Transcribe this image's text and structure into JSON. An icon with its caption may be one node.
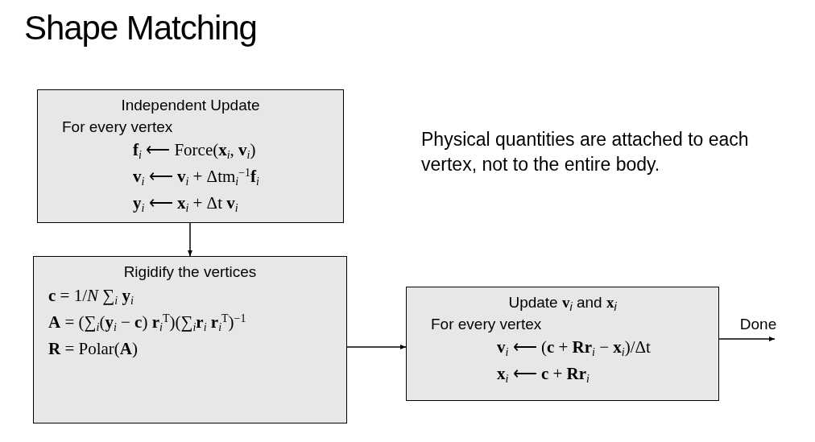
{
  "diagram": {
    "title": "Shape Matching",
    "nodes": [
      {
        "text": [
          "Independent Update",
          "For every vertex",
          "**f**$_{i}$ ⟵ Force(**x**$_{i}$, **v**$_{i}$)",
          "**v**$_{i}$ ⟵ **v**$_{i}$ + Δtm$_{i}$$^{−1}$**f**$_{i}$",
          "**y**$_{i}$ ⟵ **x**$_{i}$ + Δt **v**$_{i}$"
        ]
      },
      {
        "text": [
          "Rigidify the vertices",
          "**c** = 1/*N* ∑$_{i}$ **y**$_{i}$",
          "**A** = (∑$_{i}$(**y**$_{i}$ − **c**) **r**$_{i}$$^{T}$)(∑$_{i}$**r**$_{i}$ **r**$_{i}$$^{T}$)$^{−1}$",
          "**R** = Polar(**A**)"
        ]
      },
      {
        "text": [
          "Update **v**$_{i}$ and **x**$_{i}$",
          "For every vertex",
          "**v**$_{i}$ ⟵ (**c** + **Rr**$_{i}$ − **x**$_{i}$)/Δt",
          "**x**$_{i}$ ⟵ **c** + **Rr**$_{i}$"
        ]
      }
    ],
    "edges": [
      {
        "from": 0,
        "to": 1,
        "arrow": "to"
      },
      {
        "from": 1,
        "to": 2,
        "arrow": "to"
      },
      {
        "from": 2,
        "to": null,
        "arrow": "to",
        "label": "Done"
      }
    ],
    "labels": [
      "Physical quantities are attached to each vertex, not to the entire body."
    ]
  }
}
